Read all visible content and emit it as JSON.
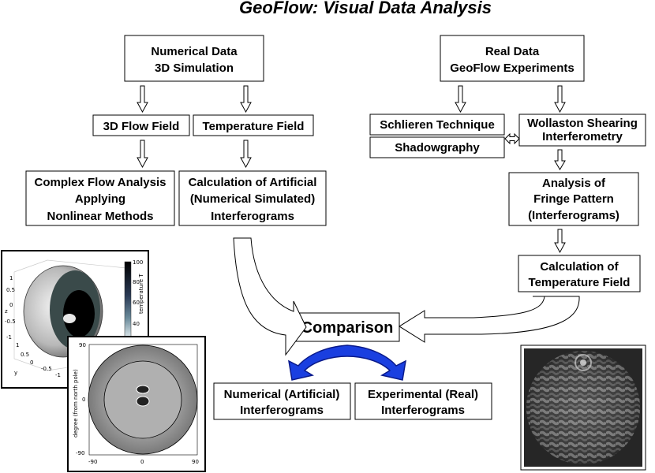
{
  "title": "GeoFlow: Visual Data Analysis",
  "nodes": {
    "numerical": [
      "Numerical Data",
      "3D Simulation"
    ],
    "real": [
      "Real Data",
      "GeoFlow Experiments"
    ],
    "flow_field": [
      "3D Flow Field"
    ],
    "temp_field": [
      "Temperature Field"
    ],
    "schlieren": [
      "Schlieren Technique"
    ],
    "shadowgraphy": [
      "Shadowgraphy"
    ],
    "wollaston": [
      "Wollaston Shearing",
      "Interferometry"
    ],
    "complex": [
      "Complex Flow Analysis",
      "Applying",
      "Nonlinear Methods"
    ],
    "artificial": [
      "Calculation of Artificial",
      "(Numerical Simulated)",
      "Interferograms"
    ],
    "fringe": [
      "Analysis of",
      "Fringe Pattern",
      "(Interferograms)"
    ],
    "calc_temp": [
      "Calculation of",
      "Temperature Field"
    ],
    "comparison": [
      "Comparison"
    ],
    "num_interf": [
      "Numerical (Artificial)",
      "Interferograms"
    ],
    "exp_interf": [
      "Experimental (Real)",
      "Interferograms"
    ]
  },
  "plot3d": {
    "colorbar_ticks": [
      "100",
      "80",
      "60",
      "40"
    ],
    "colorbar_label": "temperature T",
    "z_label": "z",
    "y_label": "y",
    "z_ticks": [
      "1",
      "0.5",
      "0",
      "-0.5",
      "-1"
    ],
    "y_ticks": [
      "1",
      "0.5",
      "0",
      "-0.5",
      "-1"
    ]
  },
  "plot2d": {
    "y_label": "degree (from north pole)",
    "x_ticks": [
      "-90",
      "0",
      "90"
    ],
    "y_ticks": [
      "90",
      "0",
      "-90"
    ]
  },
  "colors": {
    "arc_arrow": "#1a3fe0",
    "arc_arrow_dark": "#0a1a8a"
  }
}
